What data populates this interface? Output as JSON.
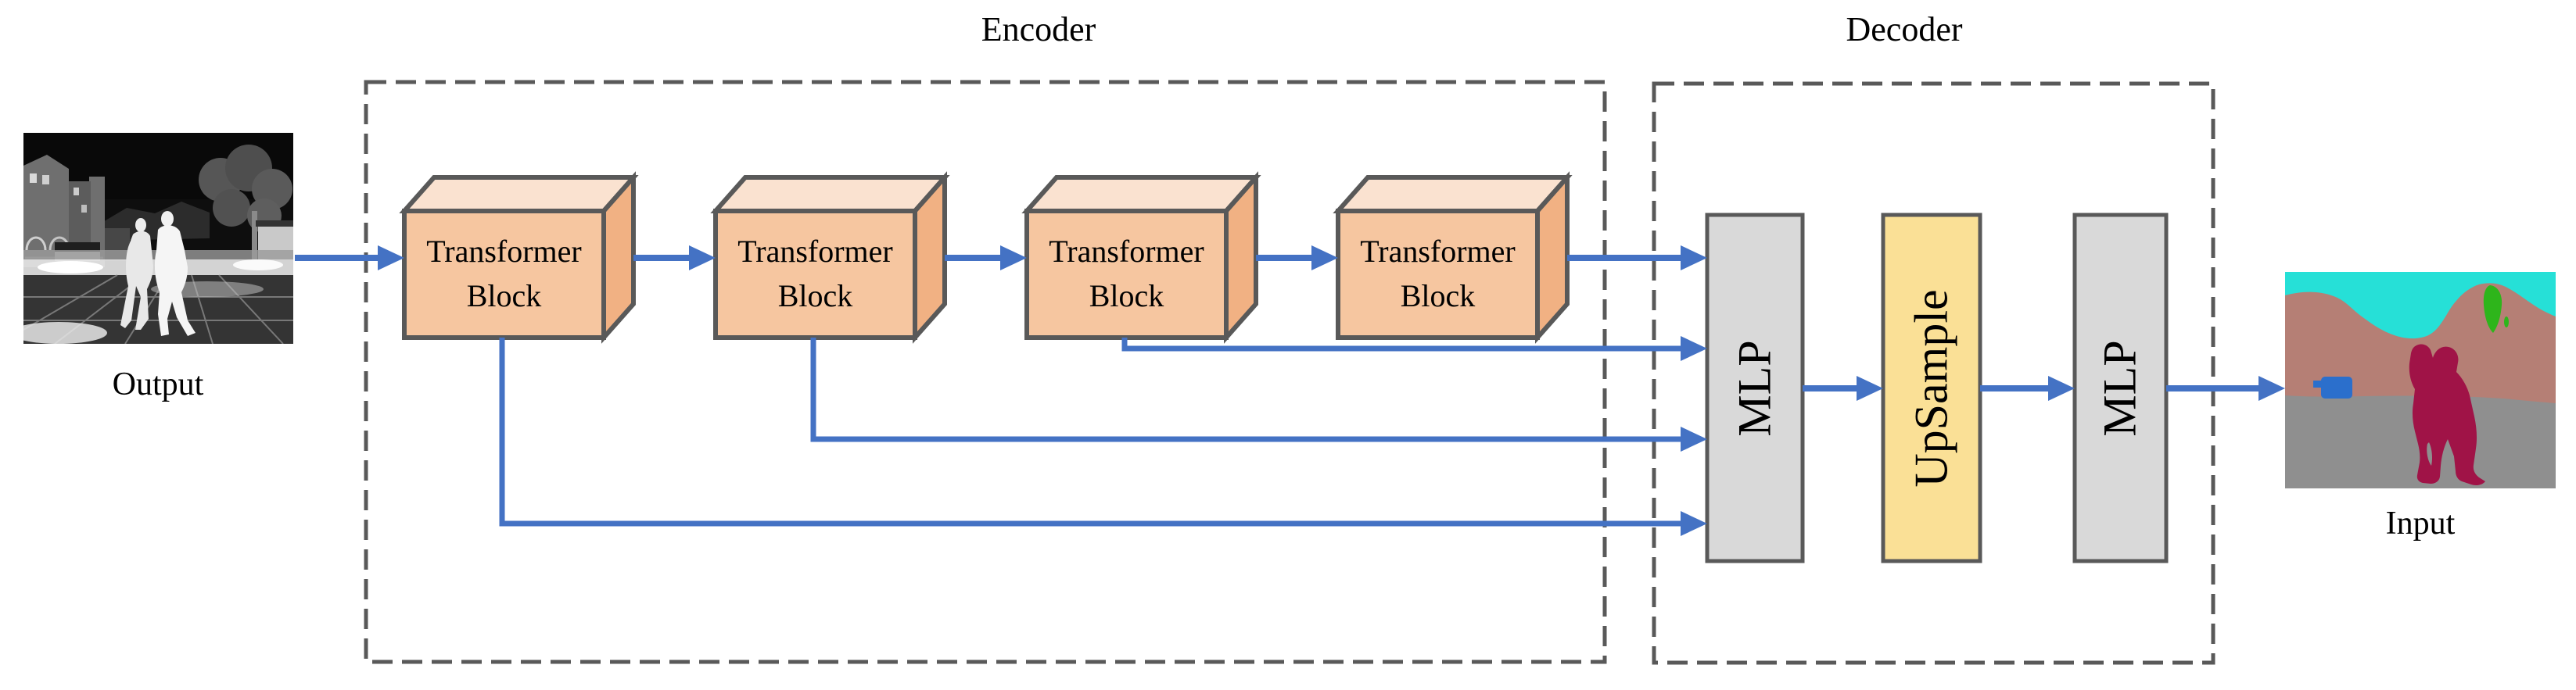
{
  "encoder": {
    "title": "Encoder",
    "blocks": [
      {
        "label": "Transformer Block"
      },
      {
        "label": "Transformer Block"
      },
      {
        "label": "Transformer Block"
      },
      {
        "label": "Transformer Block"
      }
    ]
  },
  "decoder": {
    "title": "Decoder",
    "layers": [
      {
        "label": "MLP"
      },
      {
        "label": "UpSample"
      },
      {
        "label": "MLP"
      }
    ]
  },
  "captions": {
    "left_image": "Output",
    "right_image": "Input"
  },
  "colors": {
    "arrow": "#4472C4",
    "outline": "#595959",
    "block_front": "#F6C6A0",
    "block_top": "#FAE2D0",
    "block_side": "#F1B183",
    "mlp_fill": "#D9D9D9",
    "upsample_fill": "#FAE096",
    "seg_sky": "#26E0D7",
    "seg_hill": "#B57F75",
    "seg_ground": "#8F8F8F",
    "seg_person": "#A01347",
    "seg_tree": "#2EB51B",
    "seg_object": "#2B6FCC"
  }
}
